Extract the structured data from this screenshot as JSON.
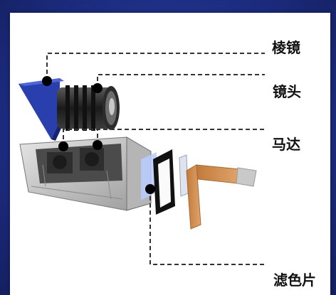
{
  "labels": {
    "prism": "棱镜",
    "lens": "镜头",
    "motor": "马达",
    "filter": "滤色片"
  },
  "colors": {
    "background": "#1e2f86",
    "panel": "#ffffff",
    "prism": "#2a3fae",
    "leader_line": "#333333"
  }
}
